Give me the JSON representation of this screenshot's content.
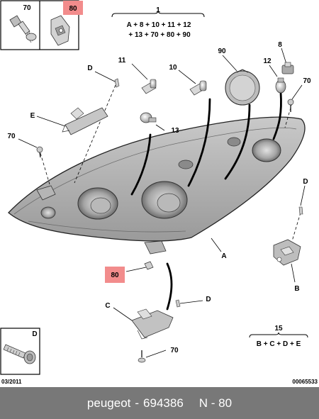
{
  "diagram": {
    "legend_top": {
      "number": "1",
      "line1": "A + 8 + 10 + 11 + 12",
      "line2": "+ 13 + 70 + 80 + 90"
    },
    "legend_bottom": {
      "number": "15",
      "line1": "B + C + D + E"
    },
    "inset_top": {
      "left_label": "70",
      "right_label": "80"
    },
    "inset_bottom": {
      "label": "D"
    },
    "callouts": {
      "d_top": "D",
      "c11": "11",
      "c10": "10",
      "c90": "90",
      "c8": "8",
      "c12": "12",
      "c70_right": "70",
      "e": "E",
      "c13": "13",
      "c70_left": "70",
      "a": "A",
      "d_right": "D",
      "b": "B",
      "c80": "80",
      "c": "C",
      "d_bottom": "D",
      "c70_bottom": "70"
    },
    "date_code": "03/2011",
    "image_code": "00065533",
    "highlight_color": "#f28c8c"
  },
  "footer": {
    "brand": "peugeot",
    "separator": "-",
    "part_number": "694386",
    "position": "N - 80"
  }
}
